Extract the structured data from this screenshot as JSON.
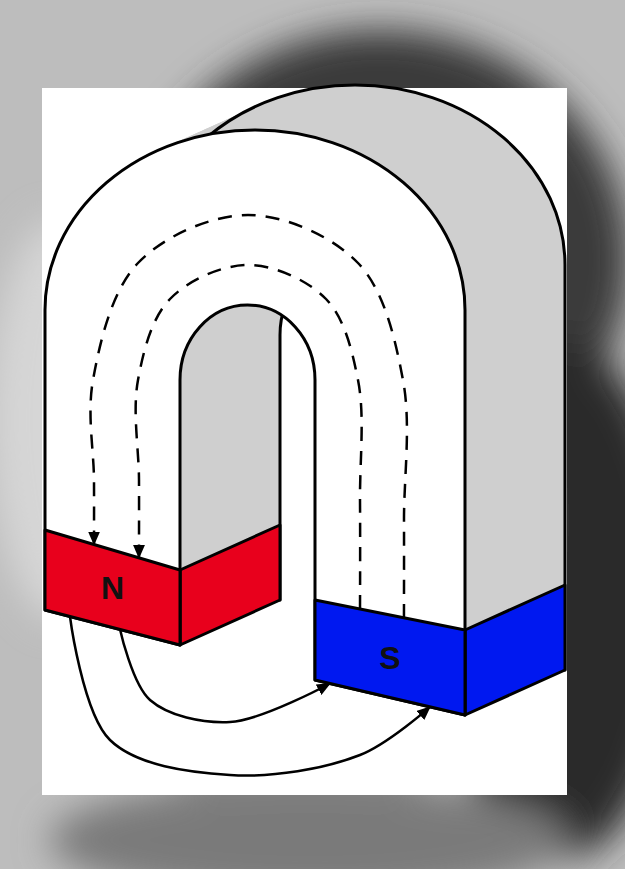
{
  "diagram": {
    "nodes": [
      {
        "text": [
          "N"
        ]
      },
      {
        "text": [
          "S"
        ]
      }
    ],
    "edges": [
      {
        "from": 0,
        "to": 1,
        "arrow": "to"
      },
      {
        "from": 0,
        "to": 1,
        "arrow": "to"
      },
      {
        "from": 1,
        "to": 0,
        "arrow": "to"
      },
      {
        "from": 1,
        "to": 0,
        "arrow": "to"
      }
    ]
  }
}
